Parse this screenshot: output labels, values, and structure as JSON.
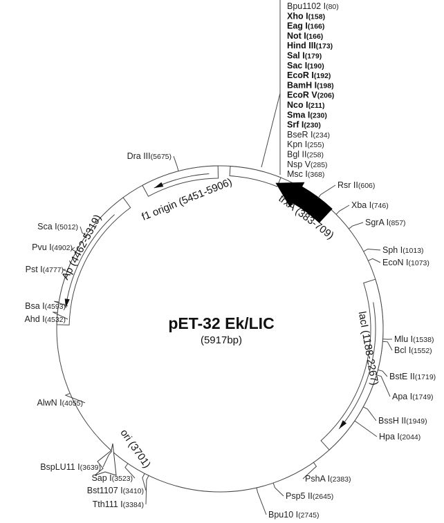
{
  "plasmid": {
    "name": "pET-32 Ek/LIC",
    "size_label": "(5917bp)",
    "total_bp": 5917
  },
  "sites_top": [
    {
      "name": "Bpu1102 I",
      "pos": 80,
      "bold": false
    },
    {
      "name": "Xho I",
      "pos": 158,
      "bold": true
    },
    {
      "name": "Eag I",
      "pos": 166,
      "bold": true
    },
    {
      "name": "Not I",
      "pos": 166,
      "bold": true
    },
    {
      "name": "Hind III",
      "pos": 173,
      "bold": true
    },
    {
      "name": "Sal I",
      "pos": 179,
      "bold": true
    },
    {
      "name": "Sac I",
      "pos": 190,
      "bold": true
    },
    {
      "name": "EcoR I",
      "pos": 192,
      "bold": true
    },
    {
      "name": "BamH I",
      "pos": 198,
      "bold": true
    },
    {
      "name": "EcoR V",
      "pos": 206,
      "bold": true
    },
    {
      "name": "Nco I",
      "pos": 211,
      "bold": true
    },
    {
      "name": "Sma I",
      "pos": 230,
      "bold": true
    },
    {
      "name": "Srf I",
      "pos": 230,
      "bold": true
    },
    {
      "name": "BseR I",
      "pos": 234,
      "bold": false
    },
    {
      "name": "Kpn I",
      "pos": 255,
      "bold": false
    },
    {
      "name": "Bgl II",
      "pos": 258,
      "bold": false
    },
    {
      "name": "Nsp V",
      "pos": 285,
      "bold": false
    },
    {
      "name": "Msc I",
      "pos": 368,
      "bold": false
    }
  ],
  "sites": [
    {
      "name": "Rsr II",
      "pos": 606
    },
    {
      "name": "Xba I",
      "pos": 746
    },
    {
      "name": "SgrA I",
      "pos": 857
    },
    {
      "name": "Sph I",
      "pos": 1013
    },
    {
      "name": "EcoN I",
      "pos": 1073
    },
    {
      "name": "Mlu I",
      "pos": 1538
    },
    {
      "name": "Bcl I",
      "pos": 1552
    },
    {
      "name": "BstE II",
      "pos": 1719
    },
    {
      "name": "Apa I",
      "pos": 1749
    },
    {
      "name": "BssH II",
      "pos": 1949
    },
    {
      "name": "Hpa I",
      "pos": 2044
    },
    {
      "name": "PshA I",
      "pos": 2383
    },
    {
      "name": "Psp5 II",
      "pos": 2645
    },
    {
      "name": "Bpu10 I",
      "pos": 2745
    },
    {
      "name": "Tth111 I",
      "pos": 3384
    },
    {
      "name": "Bst1107 I",
      "pos": 3410
    },
    {
      "name": "Sap I",
      "pos": 3523
    },
    {
      "name": "BspLU11 I",
      "pos": 3639
    },
    {
      "name": "AlwN I",
      "pos": 4055
    },
    {
      "name": "Ahd I",
      "pos": 4532
    },
    {
      "name": "Bsa I",
      "pos": 4593
    },
    {
      "name": "Pst I",
      "pos": 4777
    },
    {
      "name": "Pvu I",
      "pos": 4902
    },
    {
      "name": "Sca I",
      "pos": 5012
    },
    {
      "name": "Dra III",
      "pos": 5675
    }
  ],
  "features": [
    {
      "id": "trxA",
      "label": "trxA (383-709)",
      "start": 383,
      "end": 709,
      "style": "solid",
      "direction": "reverse"
    },
    {
      "id": "lacI",
      "label": "lacI (1188-2267)",
      "start": 1188,
      "end": 2267,
      "style": "box",
      "direction": "forward"
    },
    {
      "id": "ori",
      "label": "ori (3701)",
      "start": 3701,
      "end": 3701,
      "style": "open-arrow",
      "direction": "reverse"
    },
    {
      "id": "Ap",
      "label": "Ap (4462-5319)",
      "start": 4462,
      "end": 5319,
      "style": "box",
      "direction": "reverse"
    },
    {
      "id": "f1",
      "label": "f1 origin (5451-5906)",
      "start": 5451,
      "end": 5906,
      "style": "box",
      "direction": "reverse"
    }
  ]
}
